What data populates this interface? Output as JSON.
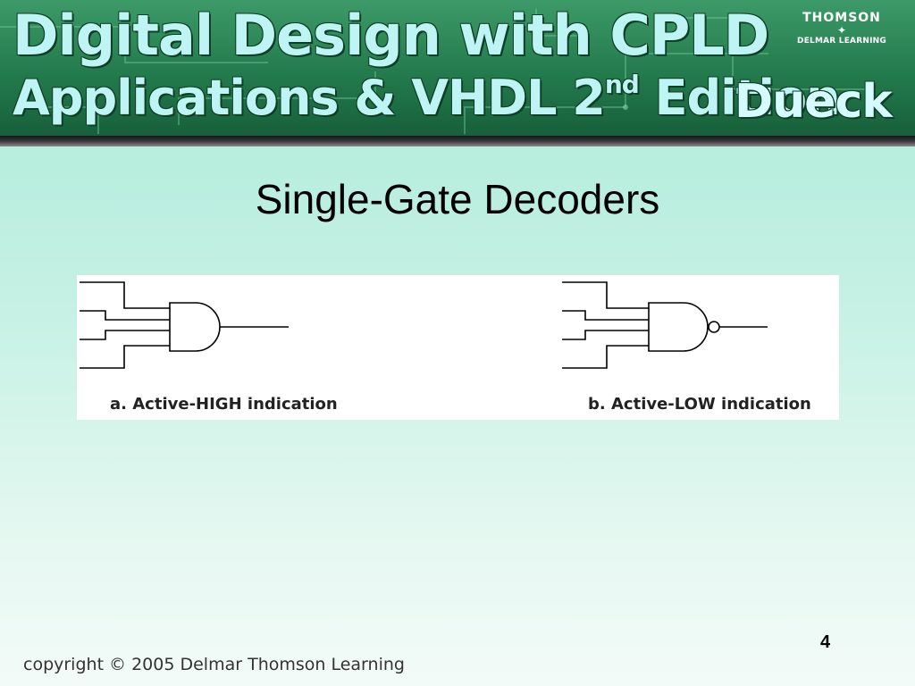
{
  "banner": {
    "book_title_line1": "Digital Design with CPLD",
    "book_title_line2_prefix": "Applications & VHDL 2",
    "book_title_line2_sup": "nd",
    "book_title_line2_suffix": " Edition",
    "author": "Dueck",
    "publisher_top": "THOMSON",
    "publisher_bottom": "DELMAR LEARNING"
  },
  "slide": {
    "title": "Single-Gate Decoders",
    "captions": {
      "a": "a. Active-HIGH indication",
      "b": "b. Active-LOW indication"
    },
    "page_number": "4"
  },
  "footer": {
    "copyright": "copyright © 2005 Delmar Thomson Learning"
  },
  "colors": {
    "banner_green": "#237a4c",
    "title_cyan": "#bff4f4",
    "background_mint": "#bff0e0"
  }
}
